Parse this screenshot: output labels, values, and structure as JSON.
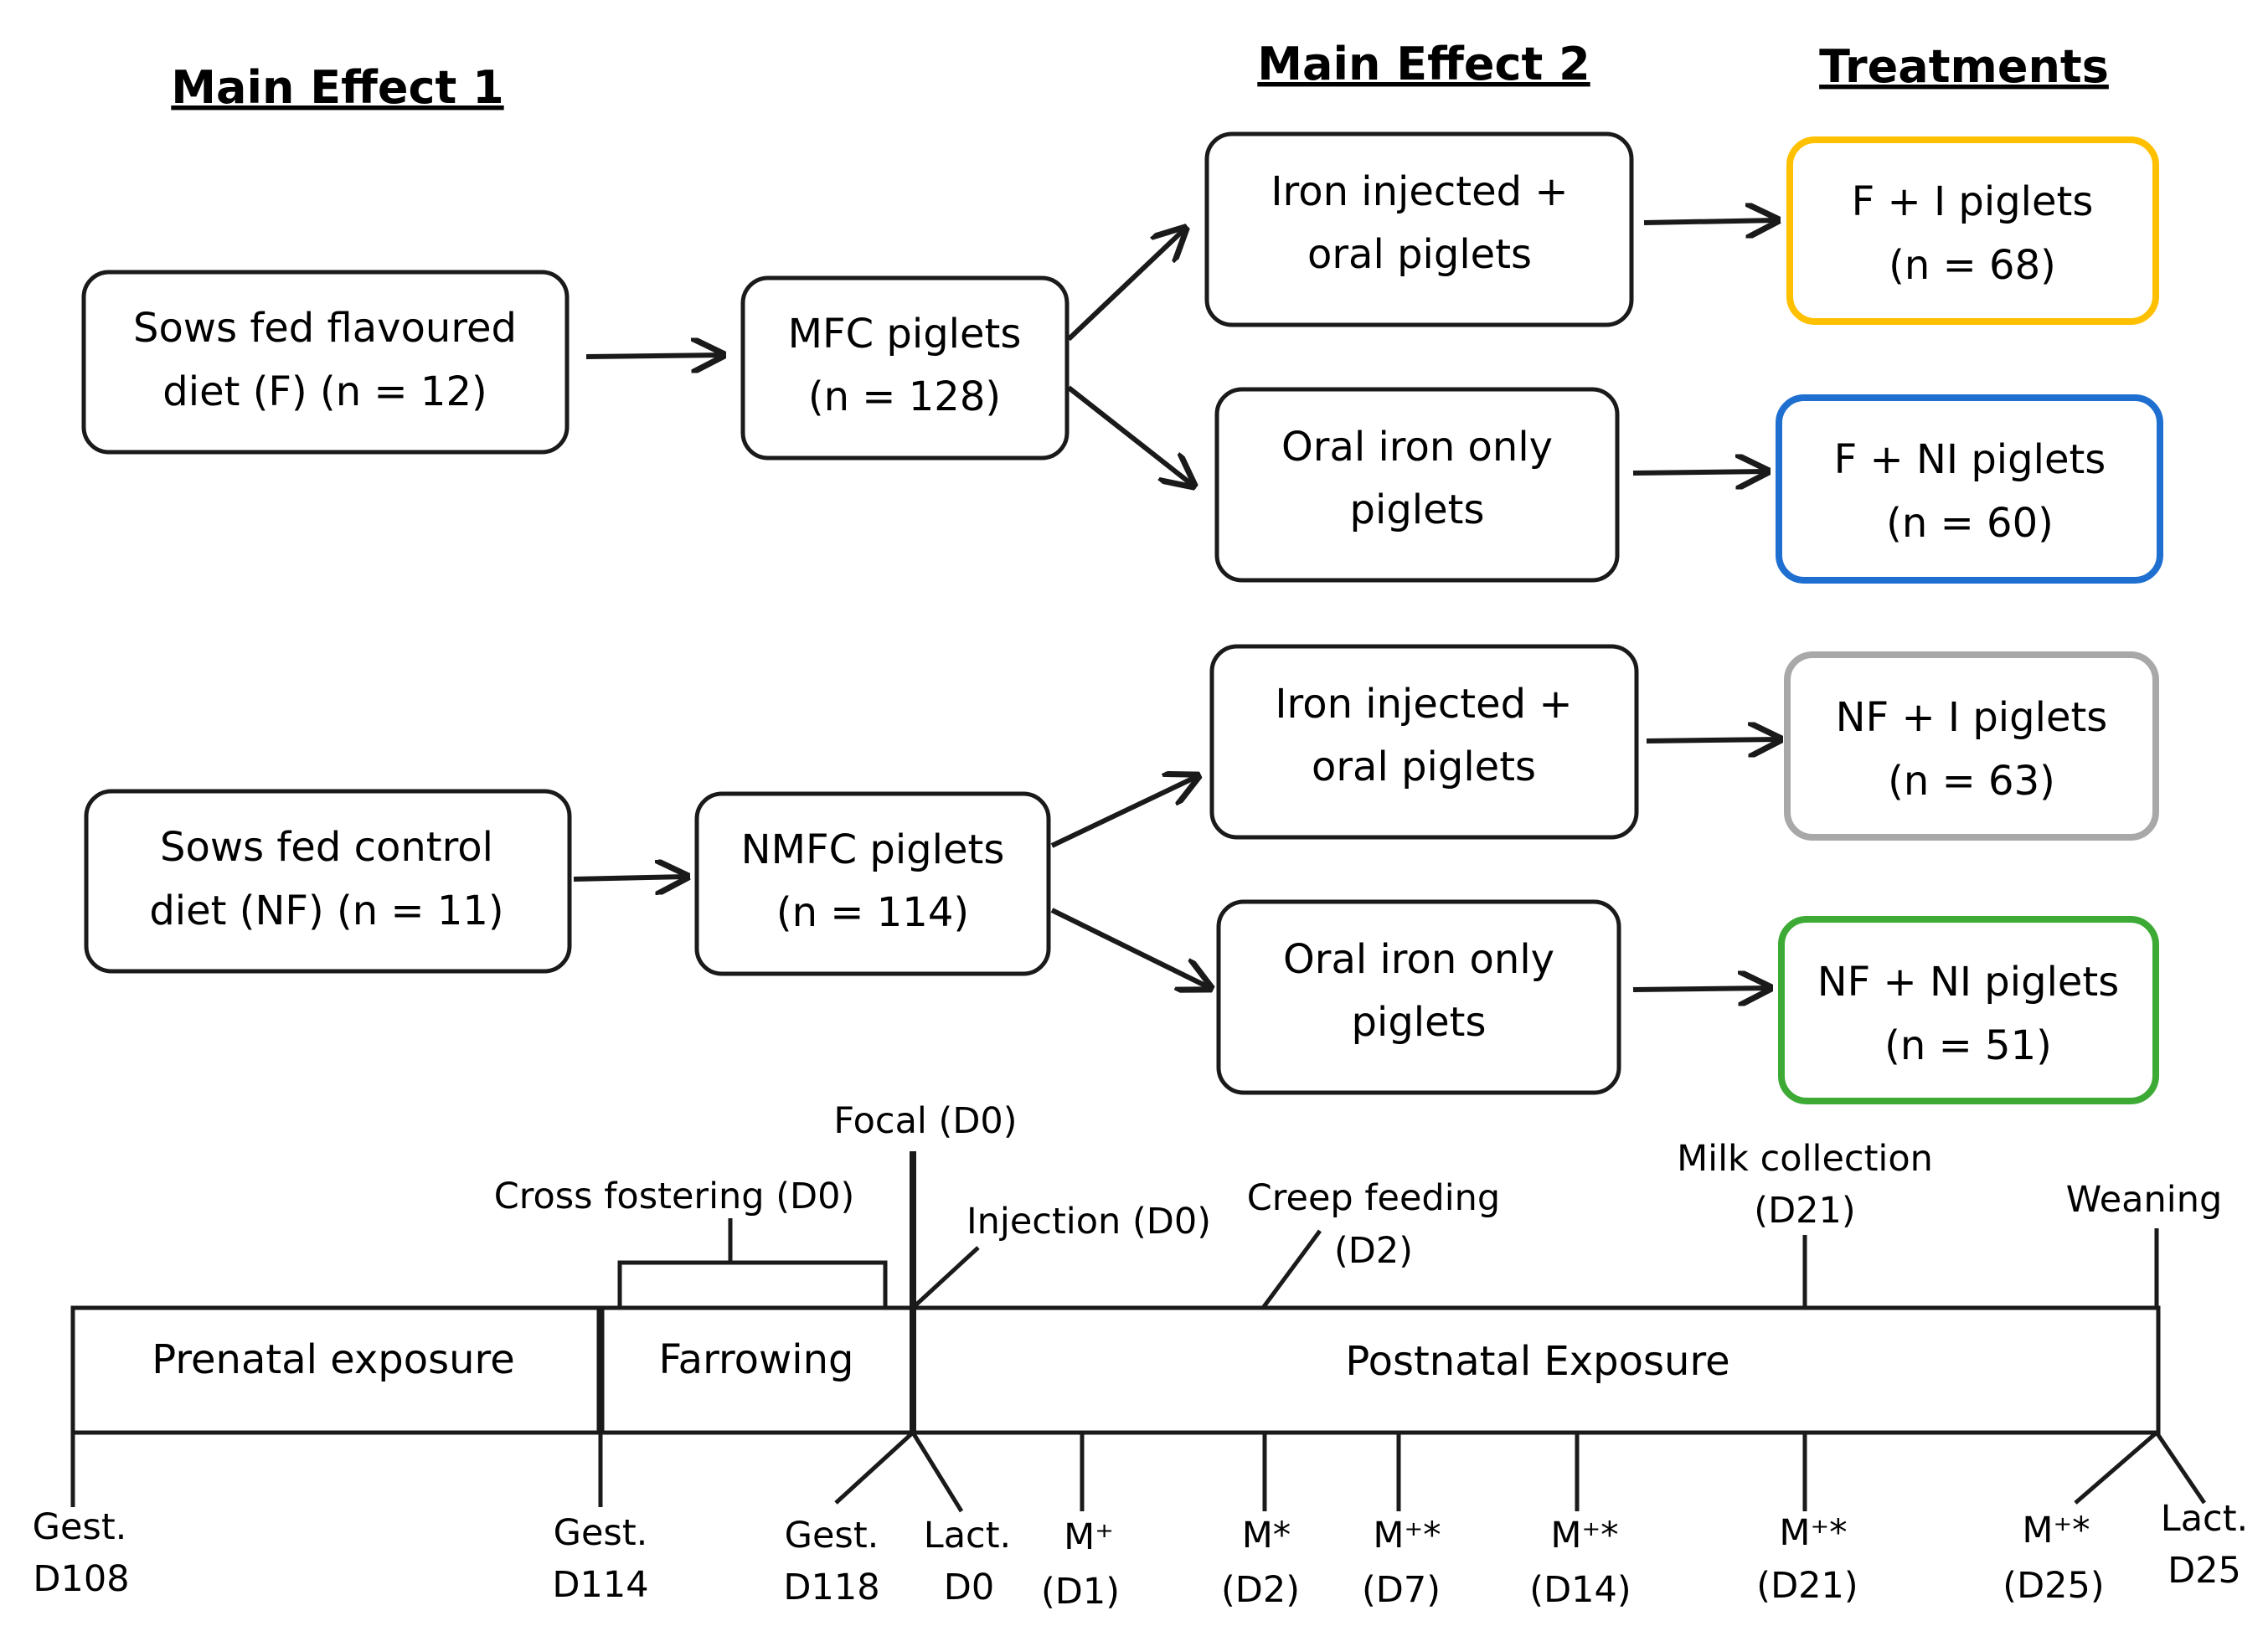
{
  "headers": {
    "main_effect_1": "Main Effect 1",
    "main_effect_2": "Main Effect 2",
    "treatments": "Treatments"
  },
  "sows": [
    {
      "line1": "Sows fed flavoured",
      "line2": "diet (F) (n = 12)"
    },
    {
      "line1": "Sows fed control",
      "line2": "diet (NF) (n = 11)"
    }
  ],
  "litters": [
    {
      "line1": "MFC piglets",
      "line2": "(n = 128)"
    },
    {
      "line1": "NMFC piglets",
      "line2": "(n = 114)"
    }
  ],
  "iron_groups": [
    {
      "line1": "Iron injected +",
      "line2": "oral piglets"
    },
    {
      "line1": "Oral iron only",
      "line2": "piglets"
    },
    {
      "line1": "Iron injected +",
      "line2": "oral piglets"
    },
    {
      "line1": "Oral iron only",
      "line2": "piglets"
    }
  ],
  "treatments": [
    {
      "line1": "F + I piglets",
      "line2": "(n = 68)",
      "color": "#FFC000"
    },
    {
      "line1": "F + NI piglets",
      "line2": "(n = 60)",
      "color": "#1F6FD0"
    },
    {
      "line1": "NF + I piglets",
      "line2": "(n = 63)",
      "color": "#A8A8A8"
    },
    {
      "line1": "NF + NI piglets",
      "line2": "(n = 51)",
      "color": "#3DAA35"
    }
  ],
  "timeline": {
    "phases": [
      "Prenatal exposure",
      "Farrowing",
      "Postnatal Exposure"
    ],
    "events": {
      "focal": "Focal (D0)",
      "cross_fostering": "Cross fostering (D0)",
      "injection": "Injection (D0)",
      "creep_feeding": [
        "Creep feeding",
        "(D2)"
      ],
      "milk_collection": [
        "Milk collection",
        "(D21)"
      ],
      "weaning": "Weaning"
    },
    "ticks": [
      [
        "Gest.",
        "D108"
      ],
      [
        "Gest.",
        "D114"
      ],
      [
        "Gest.",
        "D118"
      ],
      [
        "Lact.",
        "D0"
      ],
      [
        "M⁺",
        "(D1)"
      ],
      [
        "M*",
        "(D2)"
      ],
      [
        "M⁺*",
        "(D7)"
      ],
      [
        "M⁺*",
        "(D14)"
      ],
      [
        "M⁺*",
        "(D21)"
      ],
      [
        "M⁺*",
        "(D25)"
      ],
      [
        "Lact.",
        "D25"
      ]
    ]
  }
}
